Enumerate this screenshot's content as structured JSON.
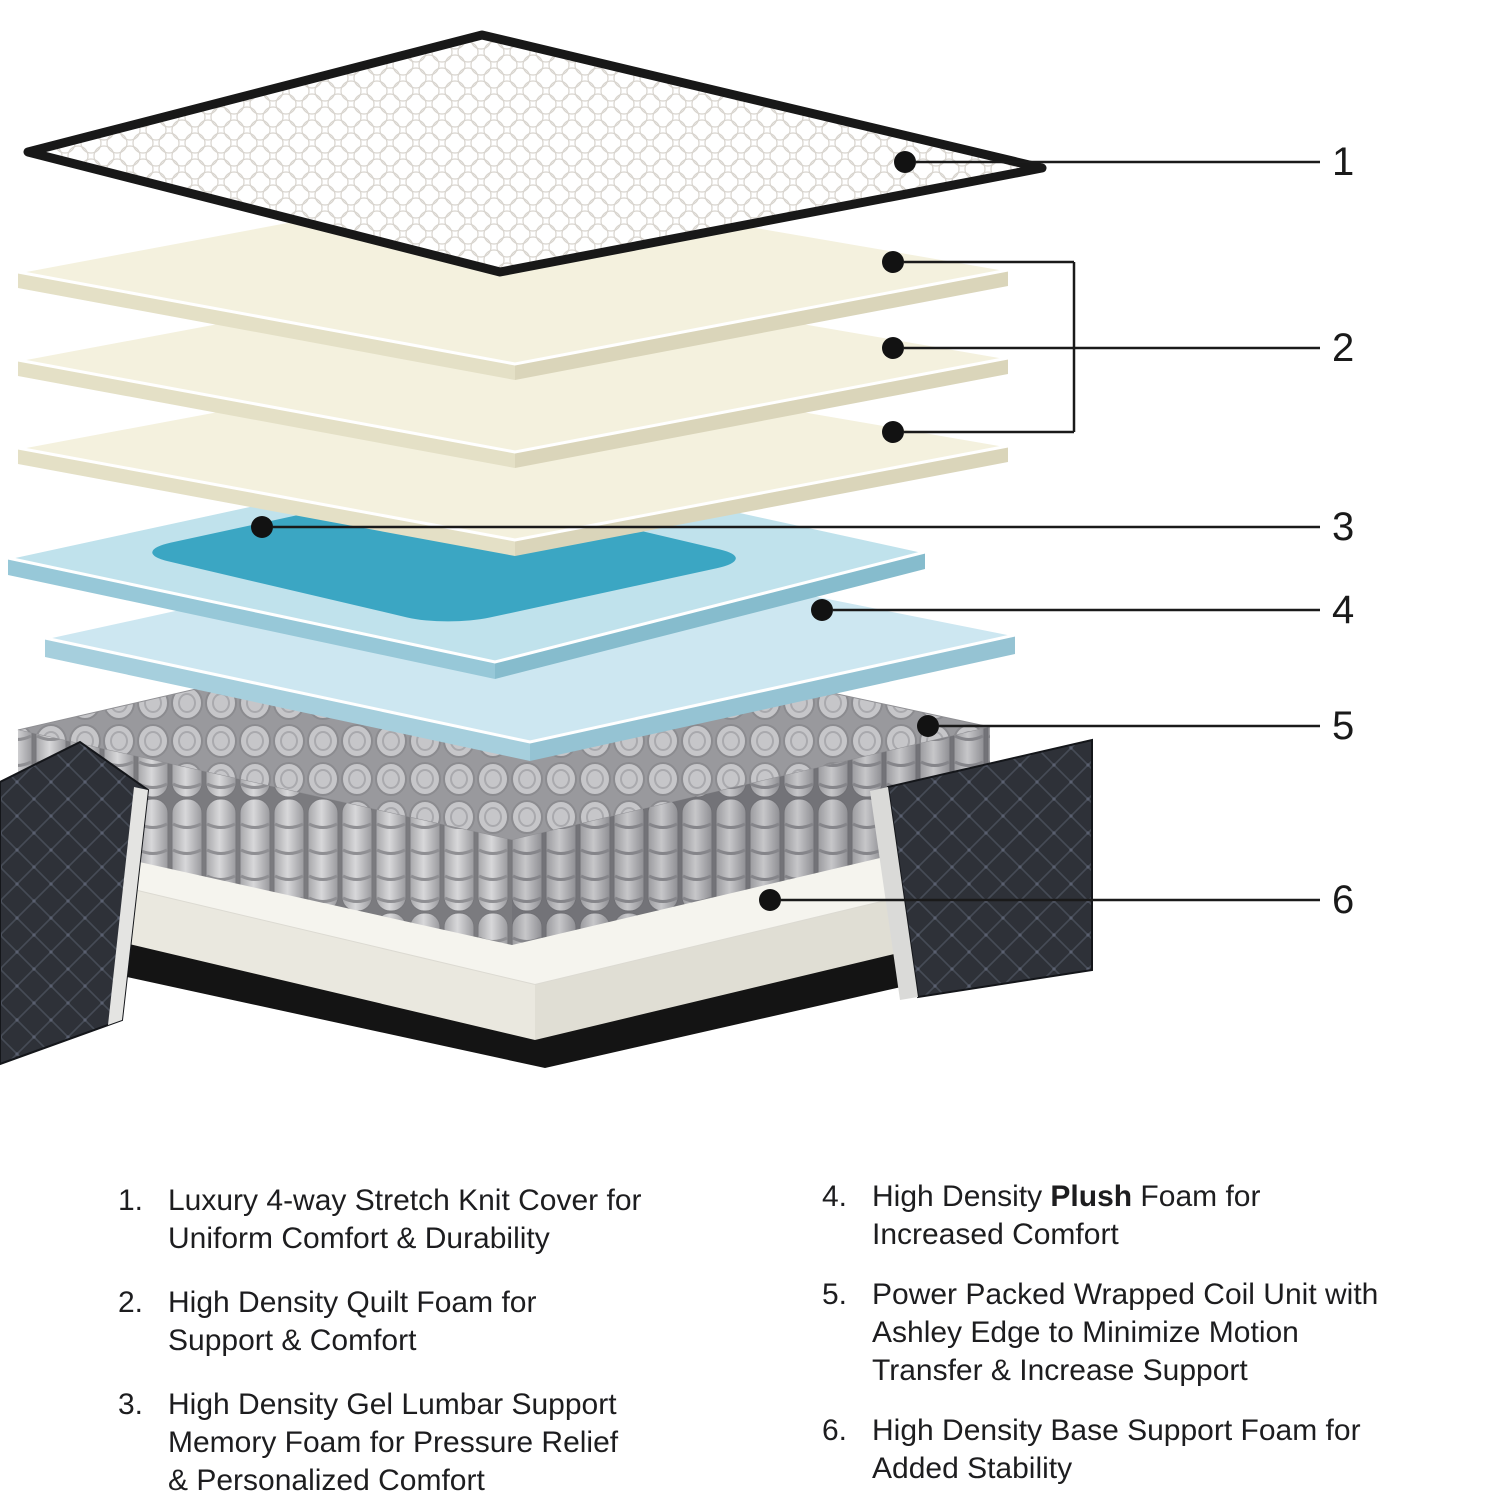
{
  "colors": {
    "background": "#ffffff",
    "callout_line": "#1a1a1a",
    "cover_trim_black": "#181818",
    "quilt_foam_cream": "#f4f1de",
    "gel_layer_blue": "#c0e2ec",
    "gel_inset_teal": "#3ba6c3",
    "plush_layer_blue": "#cde7f1",
    "coil_gray": "#c6c6c9",
    "base_fabric_charcoal": "#2e3138",
    "base_foam_white": "#f5f4ee"
  },
  "diagram": {
    "callouts": [
      {
        "number": "1"
      },
      {
        "number": "2"
      },
      {
        "number": "3"
      },
      {
        "number": "4"
      },
      {
        "number": "5"
      },
      {
        "number": "6"
      }
    ]
  },
  "legend": {
    "left": [
      {
        "num": "1.",
        "lines": [
          "Luxury 4-way Stretch Knit Cover for",
          "Uniform Comfort & Durability"
        ]
      },
      {
        "num": "2.",
        "lines": [
          "High Density Quilt Foam for",
          "Support & Comfort"
        ]
      },
      {
        "num": "3.",
        "lines": [
          "High Density Gel Lumbar Support",
          "Memory Foam for Pressure Relief",
          "& Personalized Comfort"
        ]
      }
    ],
    "right": [
      {
        "num": "4.",
        "line1": {
          "pre": "High Density ",
          "bold": "Plush",
          "post": " Foam for"
        },
        "line2": "Increased Comfort"
      },
      {
        "num": "5.",
        "lines": [
          "Power Packed Wrapped Coil Unit with",
          "Ashley Edge to Minimize Motion",
          "Transfer & Increase Support"
        ]
      },
      {
        "num": "6.",
        "lines": [
          "High Density Base Support Foam for",
          "Added Stability"
        ]
      }
    ]
  }
}
